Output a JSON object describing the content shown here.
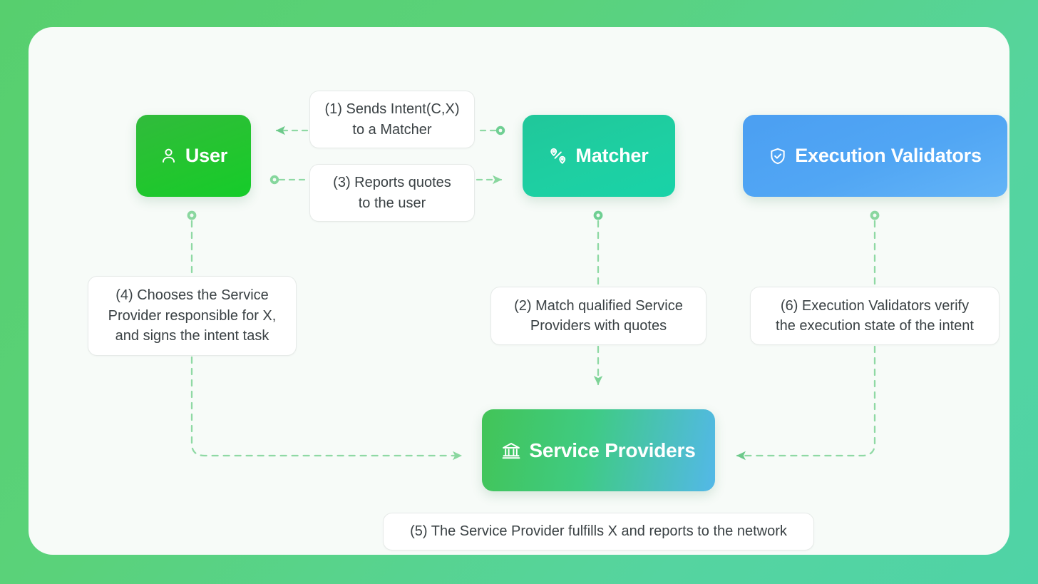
{
  "theme": {
    "page_background_start": "#57cf6e",
    "page_background_end": "#4fd3a6",
    "card_background": "#f7fbf8",
    "connector_color": "#8fd9a4",
    "note_text_color": "#3a4144",
    "note_border_color": "#e6eae8"
  },
  "nodes": [
    {
      "id": "user",
      "label": "User",
      "icon": "user-icon",
      "color_start": "#31bb3c",
      "color_end": "#15cc2a"
    },
    {
      "id": "matcher",
      "label": "Matcher",
      "icon": "route-pins-icon",
      "color_start": "#20c79a",
      "color_end": "#18d3a8"
    },
    {
      "id": "validators",
      "label": "Execution Validators",
      "icon": "shield-check-icon",
      "color_start": "#4b9ff2",
      "color_end": "#63b4f7"
    },
    {
      "id": "providers",
      "label": "Service Providers",
      "icon": "bank-icon",
      "color_start": "#42c457",
      "color_end": "#53b8e8"
    }
  ],
  "notes": {
    "step1": "(1) Sends Intent(C,X)\nto a Matcher",
    "step1_line1": "(1) Sends Intent(C,X)",
    "step1_line2": "to a Matcher",
    "step2_line1": "(2) Match qualified Service",
    "step2_line2": "Providers with quotes",
    "step3_line1": "(3) Reports quotes",
    "step3_line2": "to the user",
    "step4_line1": "(4) Chooses the Service",
    "step4_line2": "Provider responsible for X,",
    "step4_line3": "and signs the intent task",
    "step5": "(5) The Service Provider fulfills X and reports to the network",
    "step6_line1": "(6) Execution Validators verify",
    "step6_line2": "the execution state of the intent"
  },
  "connectors": [
    {
      "id": "matcher-to-user",
      "from": "matcher",
      "to": "user",
      "style": "dashed",
      "start_marker": "dot",
      "end_marker": "arrow-left",
      "step": "1"
    },
    {
      "id": "user-to-matcher",
      "from": "user",
      "to": "matcher",
      "style": "dashed",
      "start_marker": "dot",
      "end_marker": "arrow-right",
      "step": "3"
    },
    {
      "id": "matcher-to-providers",
      "from": "matcher",
      "to": "providers",
      "style": "dashed",
      "start_marker": "dot",
      "end_marker": "arrow-down",
      "step": "2"
    },
    {
      "id": "user-to-providers",
      "from": "user",
      "to": "providers",
      "style": "dashed",
      "start_marker": "dot",
      "end_marker": "arrow-right",
      "step": "4"
    },
    {
      "id": "validators-to-providers",
      "from": "validators",
      "to": "providers",
      "style": "dashed",
      "start_marker": "dot",
      "end_marker": "arrow-left",
      "step": "6"
    }
  ]
}
